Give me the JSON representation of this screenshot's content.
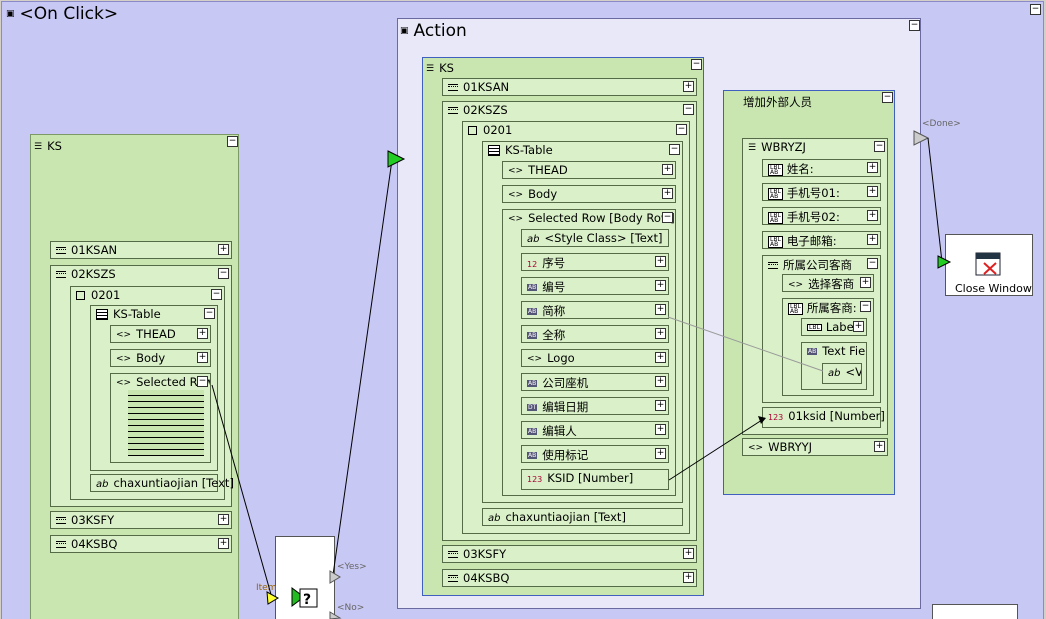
{
  "canvas": {
    "title": "<On Click>"
  },
  "left_panel": {
    "title": "KS",
    "rows": {
      "r01": "01KSAN",
      "r02": "02KSZS",
      "r0201": "0201",
      "table": "KS-Table",
      "thead": "THEAD",
      "body": "Body",
      "selected_row": "Selected Row [B",
      "chaxun": "chaxuntiaojian [Text]",
      "r03": "03KSFY",
      "r04": "04KSBQ"
    }
  },
  "action": {
    "title": "Action",
    "ks": {
      "title": "KS",
      "r01": "01KSAN",
      "r02": "02KSZS",
      "r0201": "0201",
      "table": "KS-Table",
      "thead": "THEAD",
      "body": "Body",
      "selected_row": "Selected Row [Body Row]",
      "fields": [
        "<Style Class> [Text]",
        "序号",
        "编号",
        "简称",
        "全称",
        "Logo",
        "公司座机",
        "编辑日期",
        "编辑人",
        "使用标记",
        "KSID [Number]"
      ],
      "chaxun": "chaxuntiaojian [Text]",
      "r03": "03KSFY",
      "r04": "04KSBQ"
    },
    "wb": {
      "title": "增加外部人员",
      "group": "WBRYZJ",
      "fields": [
        "姓名:",
        "手机号01:",
        "手机号02:",
        "电子邮箱:"
      ],
      "company": "所属公司客商",
      "choose": "选择客商",
      "belong": "所属客商:",
      "label": "Label",
      "textfield": "Text Fiel",
      "v": "<V",
      "ksid": "01ksid [Number]",
      "wbryyj": "WBRYYJ"
    }
  },
  "flow": {
    "done": "<Done>",
    "yes": "<Yes>",
    "no": "<No>",
    "item": "Item",
    "close_window": "Close Window",
    "decision_symbol": "?"
  },
  "buttons": {
    "minus": "−",
    "plus": "+"
  }
}
